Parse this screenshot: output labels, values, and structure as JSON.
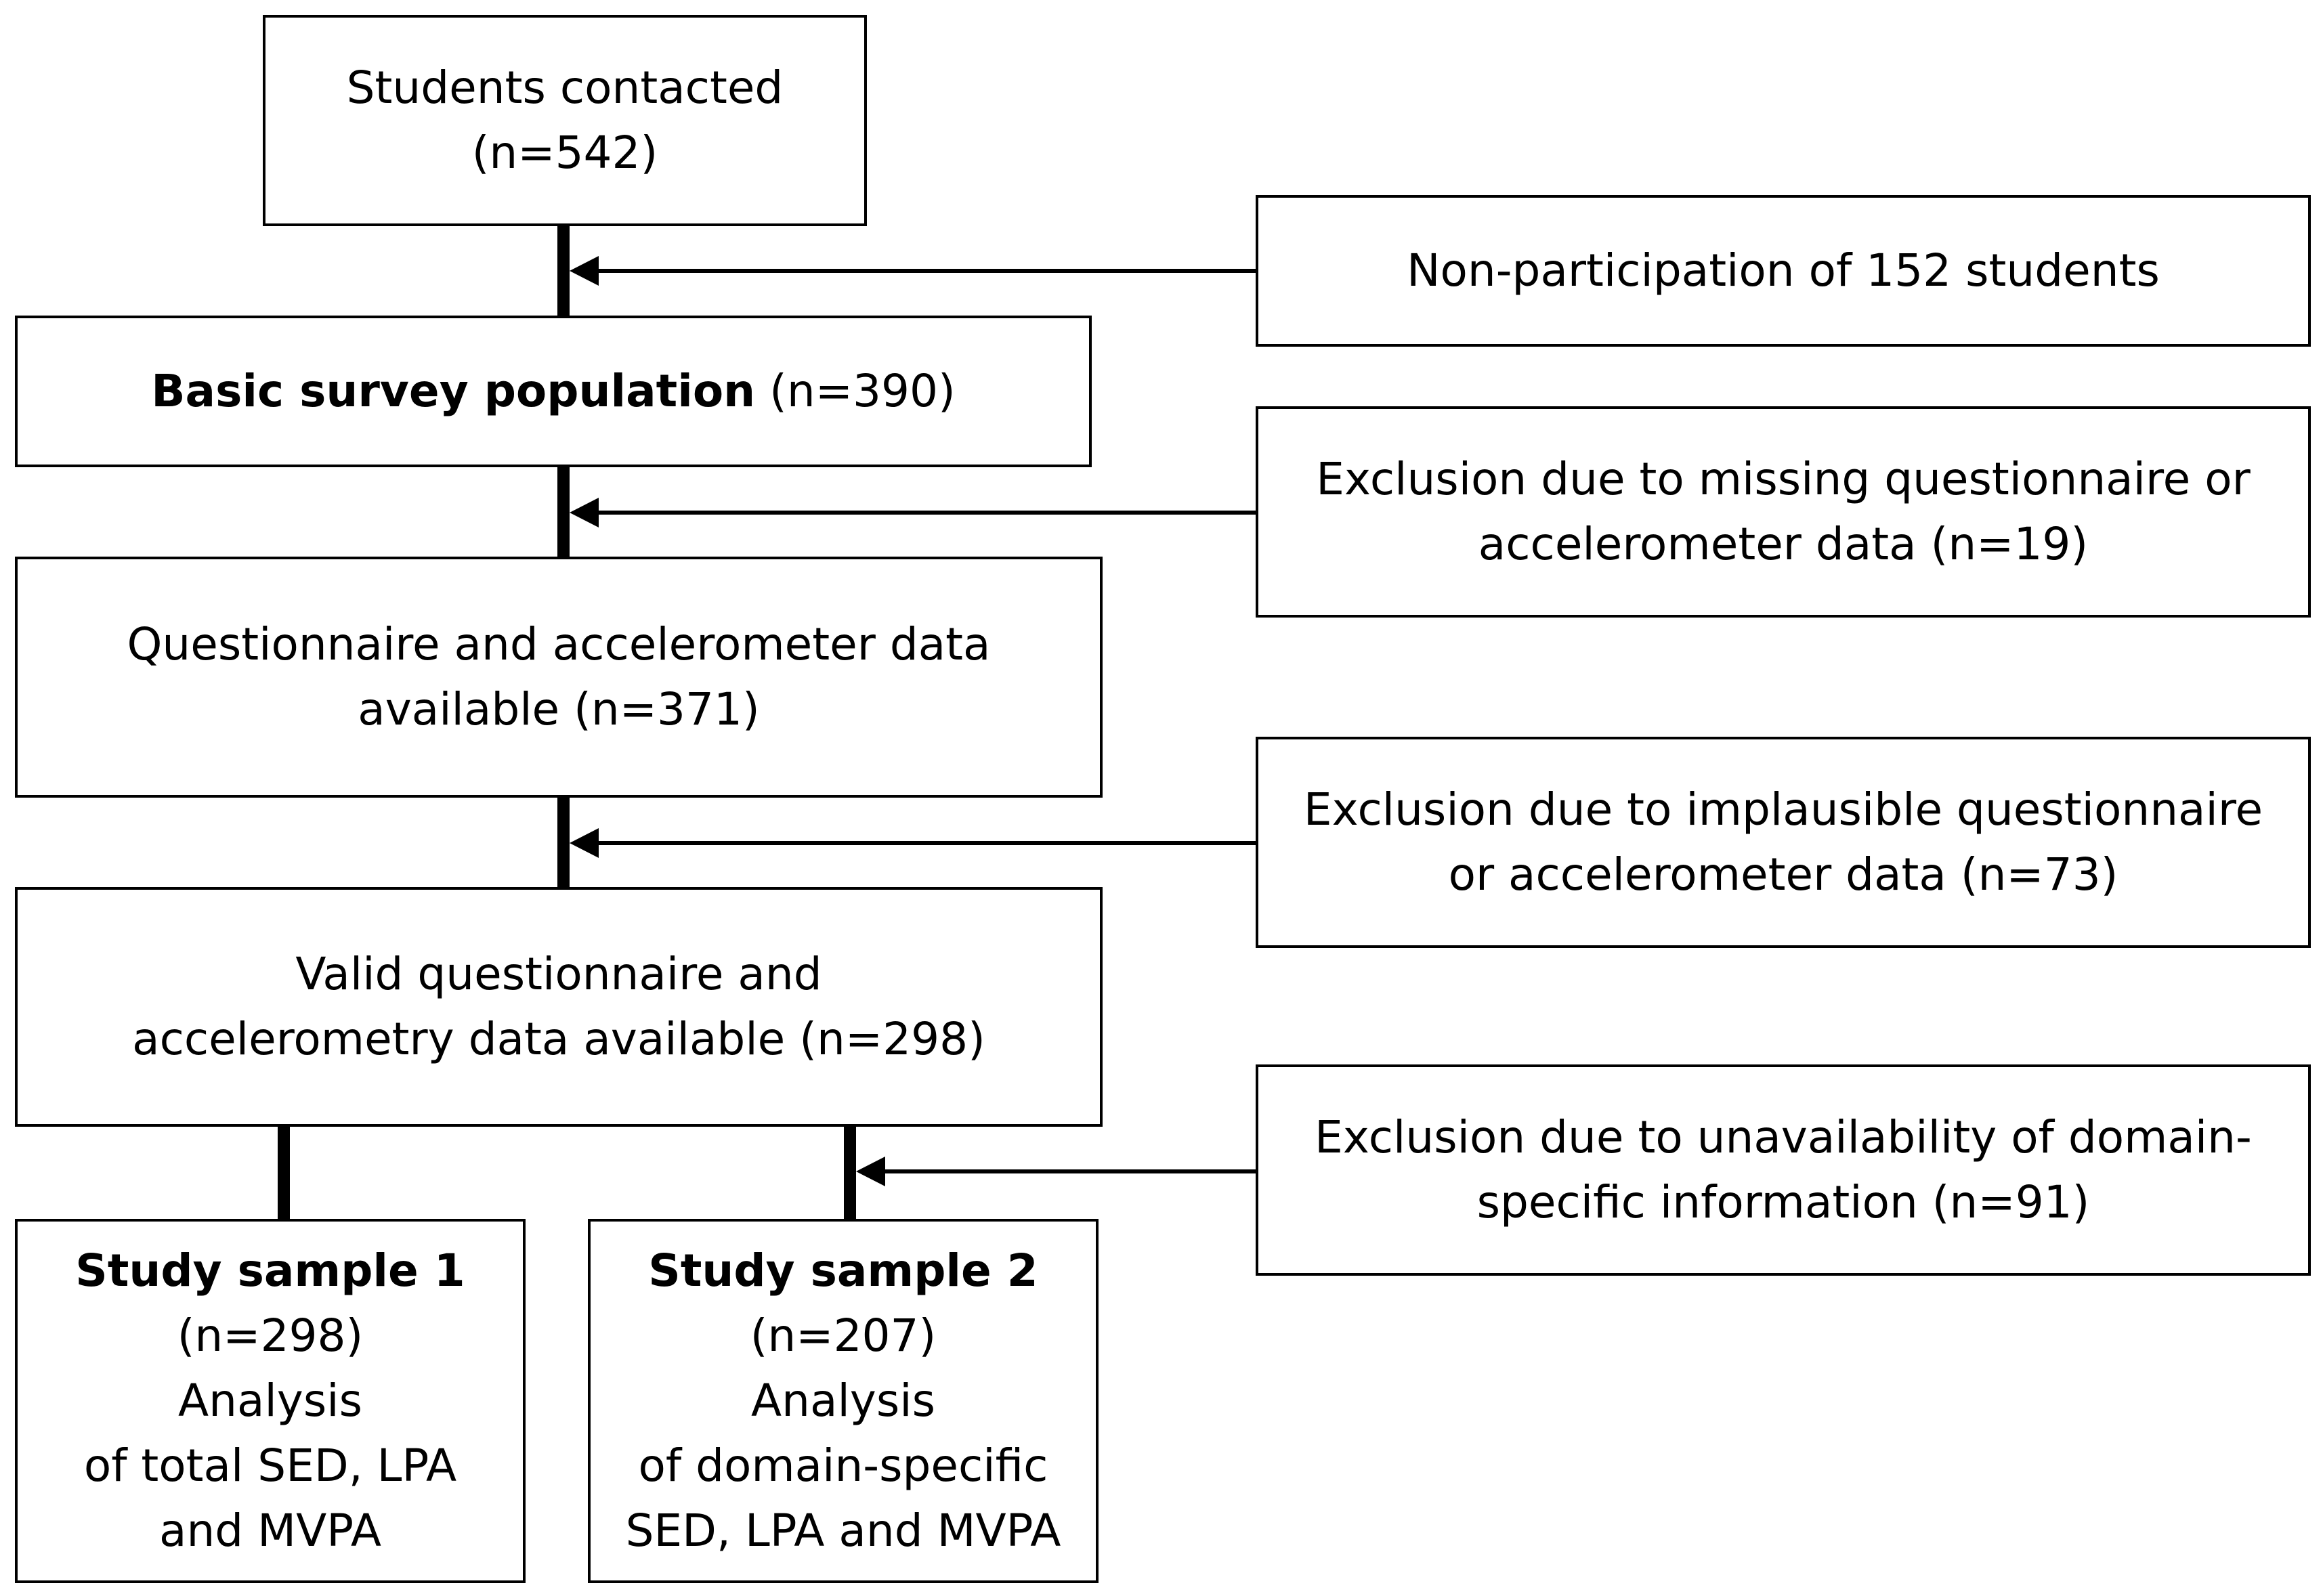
{
  "main_flow": {
    "contacted": {
      "line1": "Students contacted",
      "line2": "(n=542)"
    },
    "basic": {
      "bold": "Basic survey population",
      "rest": " (n=390)"
    },
    "available": {
      "line1": "Questionnaire and accelerometer data",
      "line2": "available (n=371)"
    },
    "valid": {
      "line1": "Valid questionnaire and",
      "line2": "accelerometry data available (n=298)"
    }
  },
  "exclusions": {
    "nonparticipation": {
      "line1": "Non-participation of 152 students"
    },
    "missing": {
      "line1": "Exclusion due to missing questionnaire or",
      "line2": "accelerometer data (n=19)"
    },
    "implausible": {
      "line1": "Exclusion due to implausible questionnaire",
      "line2": "or accelerometer data (n=73)"
    },
    "unavailable": {
      "line1": "Exclusion due to unavailability of domain-",
      "line2": "specific information (n=91)"
    }
  },
  "samples": {
    "sample1": {
      "title": "Study sample 1",
      "n": "(n=298)",
      "line1": "Analysis",
      "line2": "of total SED, LPA",
      "line3": "and MVPA"
    },
    "sample2": {
      "title": "Study sample 2",
      "n": "(n=207)",
      "line1": "Analysis",
      "line2": "of domain-specific",
      "line3": "SED, LPA and MVPA"
    }
  }
}
